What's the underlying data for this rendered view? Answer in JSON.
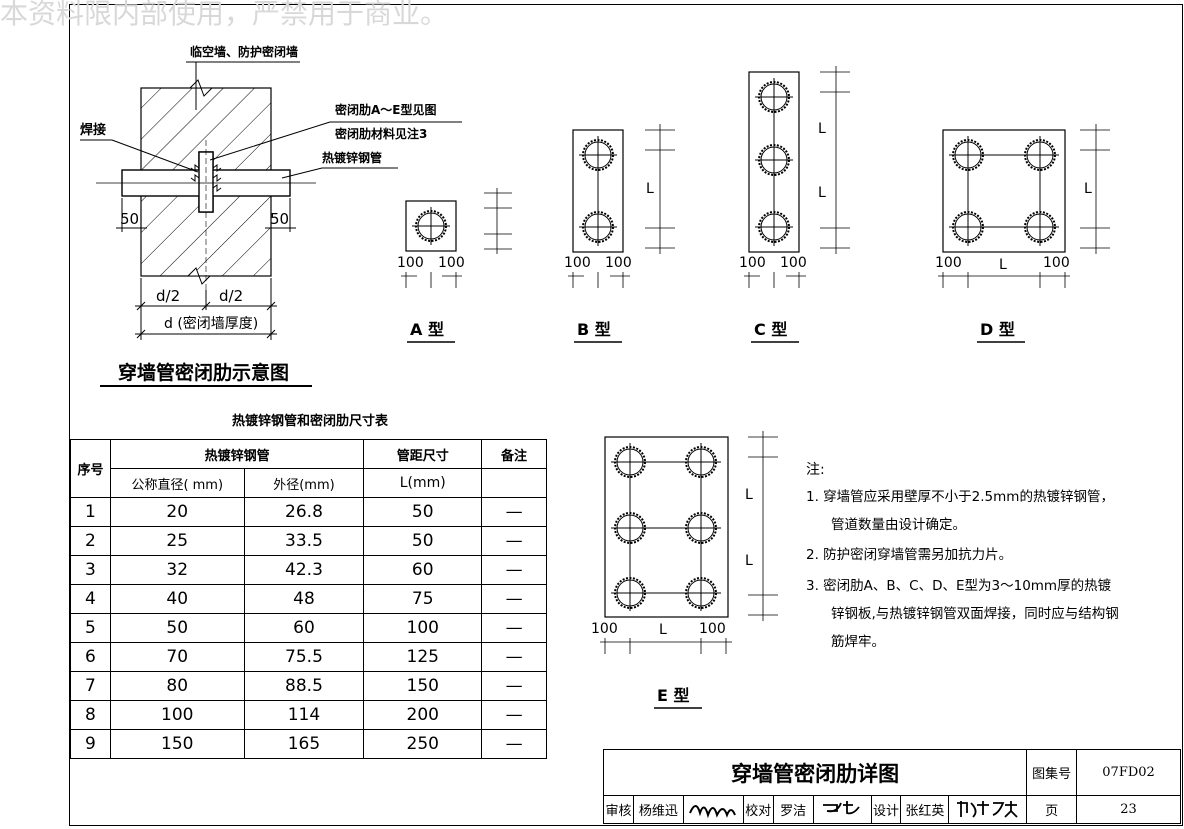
{
  "watermark": "本资料限内部使用，严禁用于商业。",
  "schematic": {
    "wall_label": "临空墙、防护密闭墙",
    "rib_label_1": "密闭肋A～E型见图",
    "rib_label_2": "密闭肋材料见注3",
    "weld_label": "焊接",
    "pipe_label": "热镀锌钢管",
    "dim_left": "50",
    "dim_right": "50",
    "half_left": "d/2",
    "half_right": "d/2",
    "thickness": "d (密闭墙厚度)",
    "caption": "穿墙管密闭肋示意图"
  },
  "types": {
    "a": "A 型",
    "b": "B 型",
    "c": "C 型",
    "d": "D 型",
    "e": "E 型",
    "dim100": "100",
    "dimL": "L"
  },
  "size_table": {
    "title": "热镀锌钢管和密闭肋尺寸表",
    "h_seq": "序号",
    "h_pipe": "热镀锌钢管",
    "h_spacing": "管距尺寸",
    "h_note": "备注",
    "h_nominal": "公称直径( mm)",
    "h_outer": "外径(mm)",
    "h_L": "L(mm)",
    "rows": [
      [
        "1",
        "20",
        "26.8",
        "50",
        "—"
      ],
      [
        "2",
        "25",
        "33.5",
        "50",
        "—"
      ],
      [
        "3",
        "32",
        "42.3",
        "60",
        "—"
      ],
      [
        "4",
        "40",
        "48",
        "75",
        "—"
      ],
      [
        "5",
        "50",
        "60",
        "100",
        "—"
      ],
      [
        "6",
        "70",
        "75.5",
        "125",
        "—"
      ],
      [
        "7",
        "80",
        "88.5",
        "150",
        "—"
      ],
      [
        "8",
        "100",
        "114",
        "200",
        "—"
      ],
      [
        "9",
        "150",
        "165",
        "250",
        "—"
      ]
    ]
  },
  "notes": {
    "heading": "注:",
    "n1a": "1. 穿墙管应采用壁厚不小于2.5mm的热镀锌钢管，",
    "n1b": "管道数量由设计确定。",
    "n2": "2. 防护密闭穿墙管需另加抗力片。",
    "n3a": "3. 密闭肋A、B、C、D、E型为3～10mm厚的热镀",
    "n3b": "锌钢板,与热镀锌钢管双面焊接，同时应与结构钢",
    "n3c": "筋焊牢。"
  },
  "title_block": {
    "title": "穿墙管密闭肋详图",
    "atlas_label": "图集号",
    "atlas_no": "07FD02",
    "review": "审核",
    "reviewer": "杨维迅",
    "reviewer_sig": "杨维迅",
    "check": "校对",
    "checker": "罗洁",
    "checker_sig": "罗洁",
    "design": "设计",
    "designer": "张红英",
    "designer_sig": "张红英",
    "page_label": "页",
    "page_no": "23"
  }
}
